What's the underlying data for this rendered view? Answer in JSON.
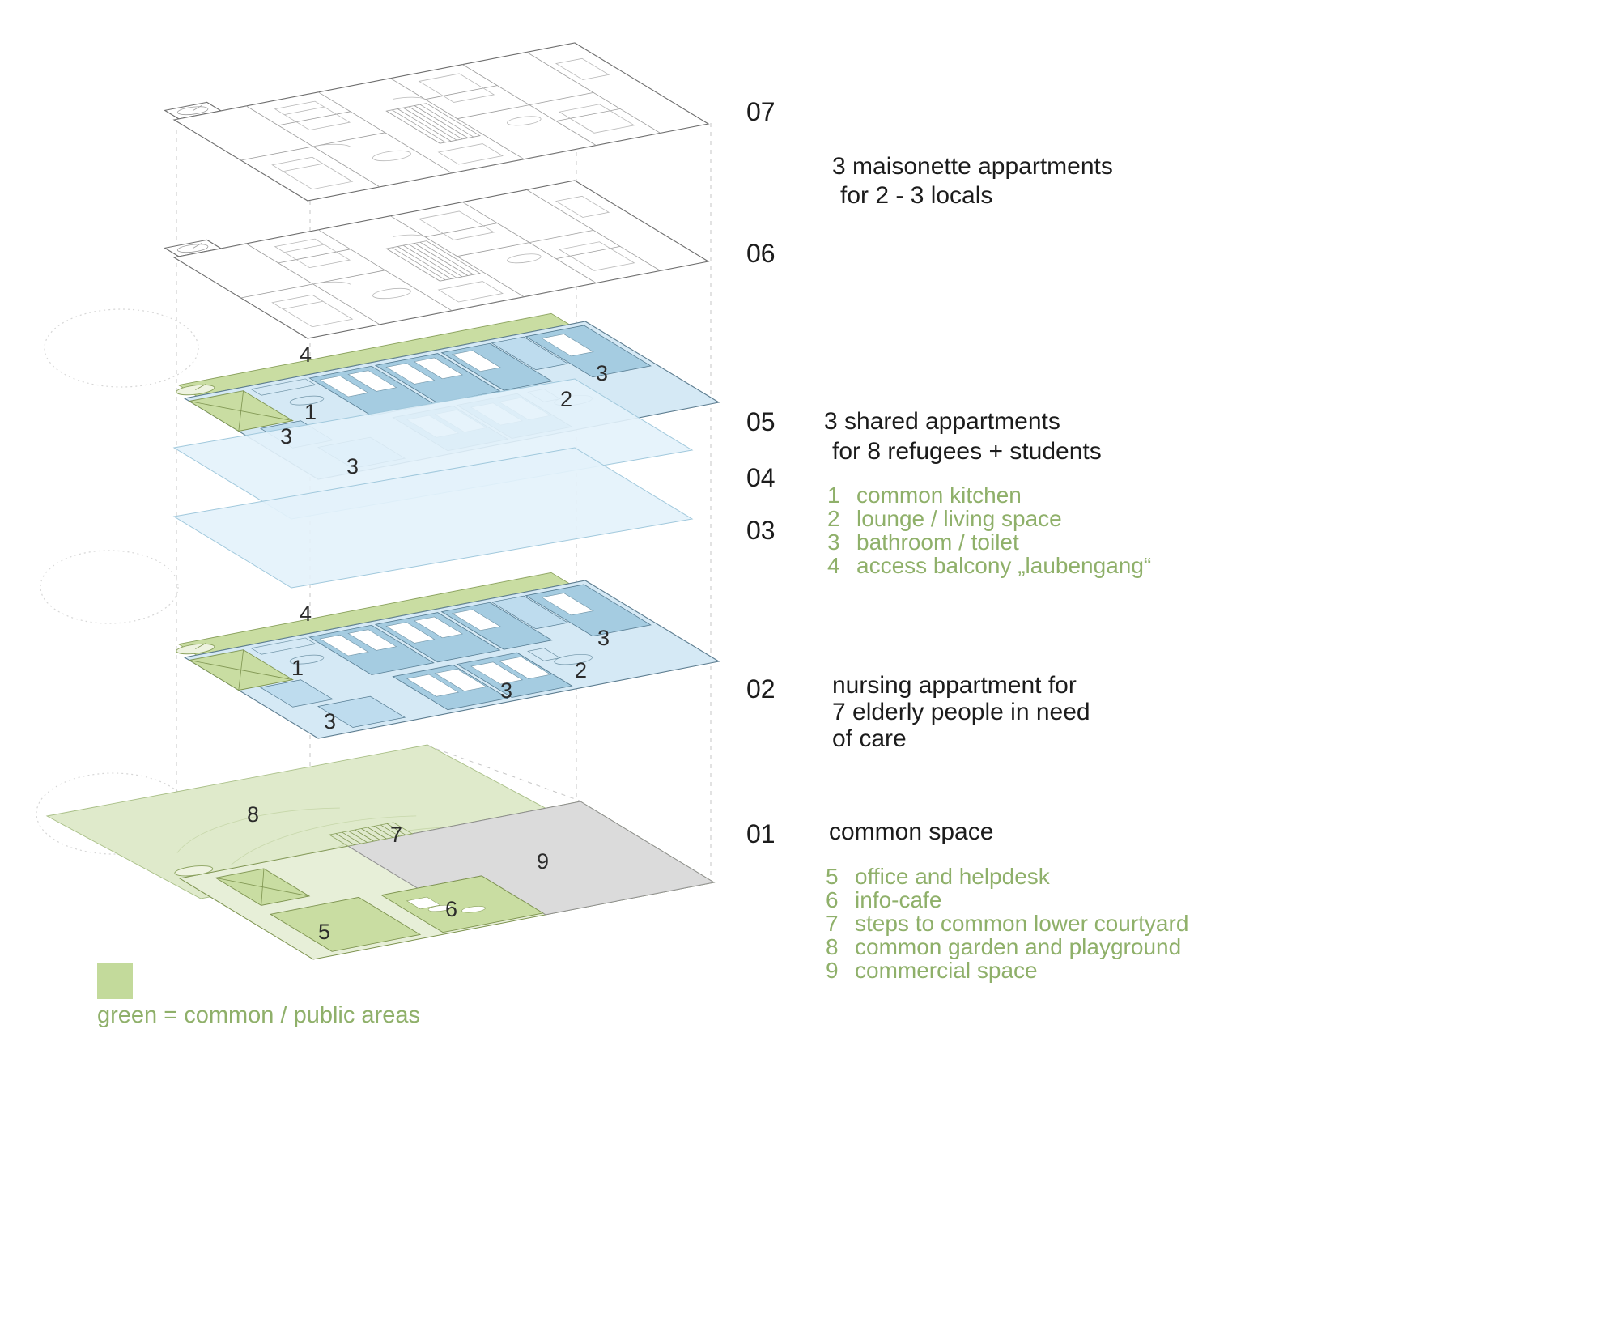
{
  "diagram": {
    "levels": [
      {
        "num": "07"
      },
      {
        "num": "06"
      },
      {
        "num": "05"
      },
      {
        "num": "04"
      },
      {
        "num": "03"
      },
      {
        "num": "02"
      },
      {
        "num": "01"
      }
    ],
    "notes": {
      "maisonette_1": "3 maisonette appartments",
      "maisonette_2": "for 2 - 3 locals",
      "shared_1": "3 shared appartments",
      "shared_2": "for 8 refugees + students",
      "nursing_1": "nursing appartment for",
      "nursing_2": "7 elderly people in need",
      "nursing_3": "of care",
      "common": "common space"
    },
    "shared_items": [
      {
        "num": "1",
        "label": "common kitchen"
      },
      {
        "num": "2",
        "label": "lounge / living space"
      },
      {
        "num": "3",
        "label": "bathroom / toilet"
      },
      {
        "num": "4",
        "label": "access balcony „laubengang“"
      }
    ],
    "common_items": [
      {
        "num": "5",
        "label": "office and helpdesk"
      },
      {
        "num": "6",
        "label": "info-cafe"
      },
      {
        "num": "7",
        "label": "steps to common lower courtyard"
      },
      {
        "num": "8",
        "label": "common garden and playground"
      },
      {
        "num": "9",
        "label": "commercial space"
      }
    ],
    "plan_labels": {
      "l05": [
        "4",
        "3",
        "1",
        "2",
        "3",
        "3"
      ],
      "l02": [
        "4",
        "3",
        "1",
        "2",
        "3",
        "3"
      ],
      "l01": [
        "8",
        "7",
        "9",
        "6",
        "5"
      ]
    },
    "legend": {
      "text": "green = common / public areas"
    },
    "colors": {
      "common_green": "#c3da9b",
      "text_green": "#8fb06a",
      "room_blue": "#a5cce1",
      "slab_blue": "#e3f2fb",
      "commercial_gray": "#dbdbdb"
    }
  }
}
